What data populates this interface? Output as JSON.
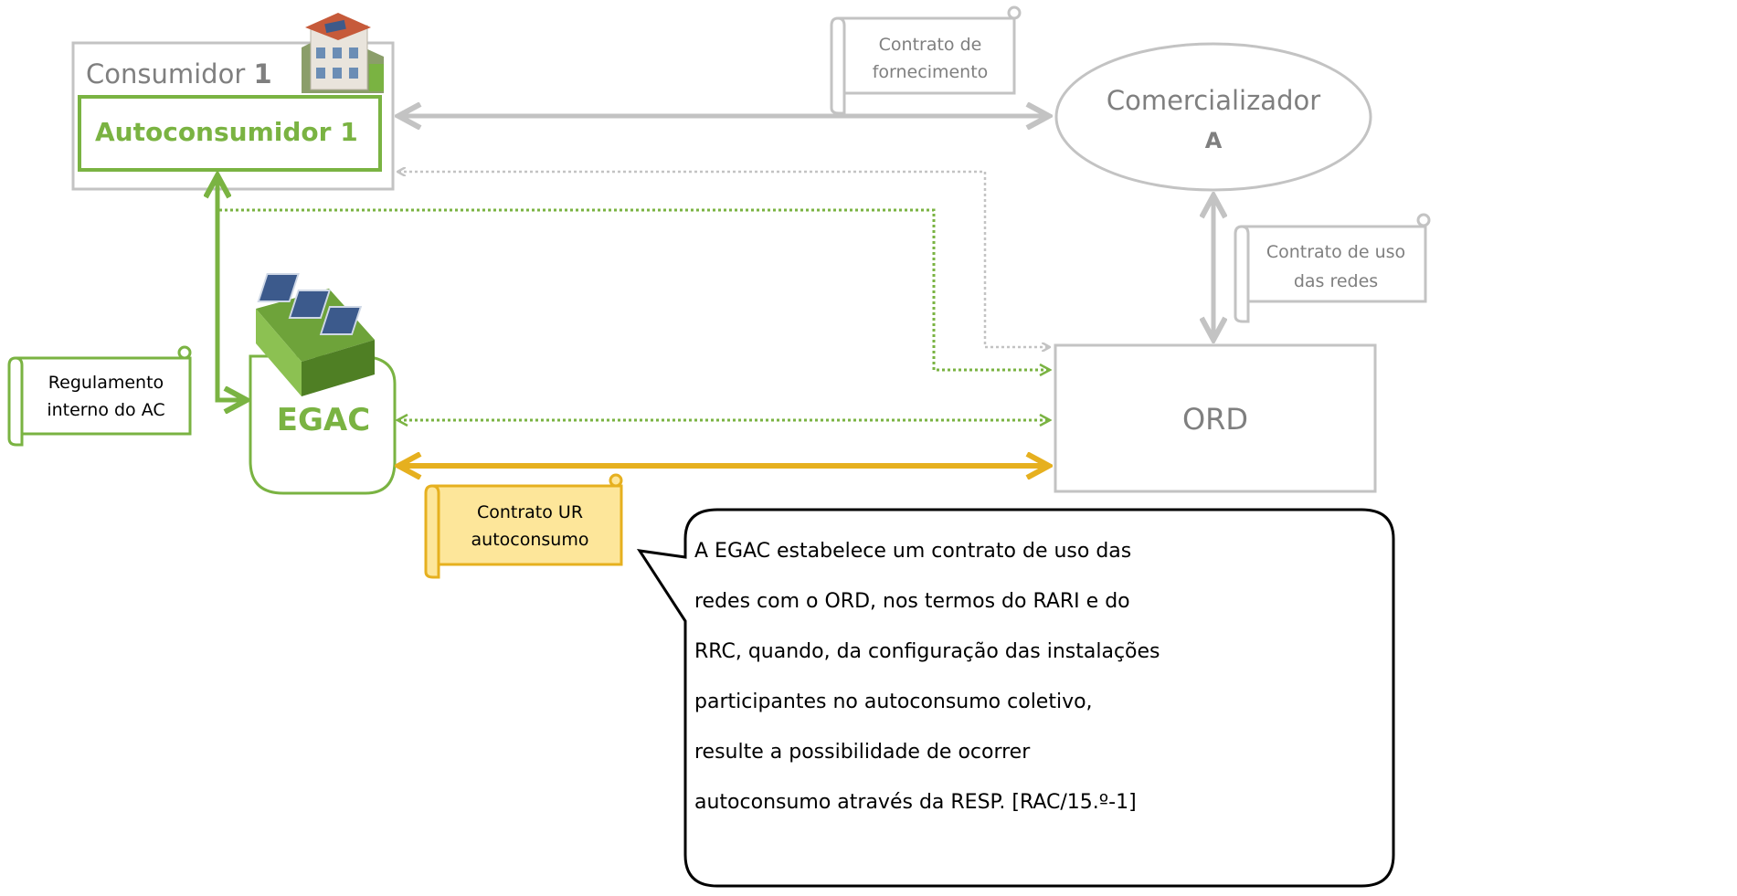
{
  "colors": {
    "gray": "#c3c3c3",
    "gray_text": "#7f7f7f",
    "green": "#7ab342",
    "green_dark": "#5f9a2c",
    "gold": "#e6b01f",
    "gold_fill": "#fde69a",
    "black": "#000000"
  },
  "consumidor": {
    "label": "Consumidor",
    "number": "1"
  },
  "autoconsumidor": {
    "label": "Autoconsumidor 1"
  },
  "comercializador": {
    "label": "Comercializador",
    "letter": "A"
  },
  "ord": {
    "label": "ORD"
  },
  "egac": {
    "label": "EGAC"
  },
  "scrolls": {
    "fornecimento": {
      "line1": "Contrato de",
      "line2": "fornecimento"
    },
    "uso_redes": {
      "line1": "Contrato de uso",
      "line2": "das redes"
    },
    "regulamento": {
      "line1": "Regulamento",
      "line2": "interno do AC"
    },
    "contrato_ur": {
      "line1": "Contrato UR",
      "line2": "autoconsumo"
    }
  },
  "callout": {
    "lines": [
      "A EGAC estabelece um contrato de uso das",
      "redes com o ORD, nos termos do RARI e do",
      "RRC, quando, da configuração das instalações",
      "participantes no autoconsumo coletivo,",
      "resulte a possibilidade de ocorrer",
      "autoconsumo através da RESP. [RAC/15.º-1]"
    ]
  },
  "icons": {
    "building": "house-icon",
    "solar": "solar-panels-icon"
  }
}
